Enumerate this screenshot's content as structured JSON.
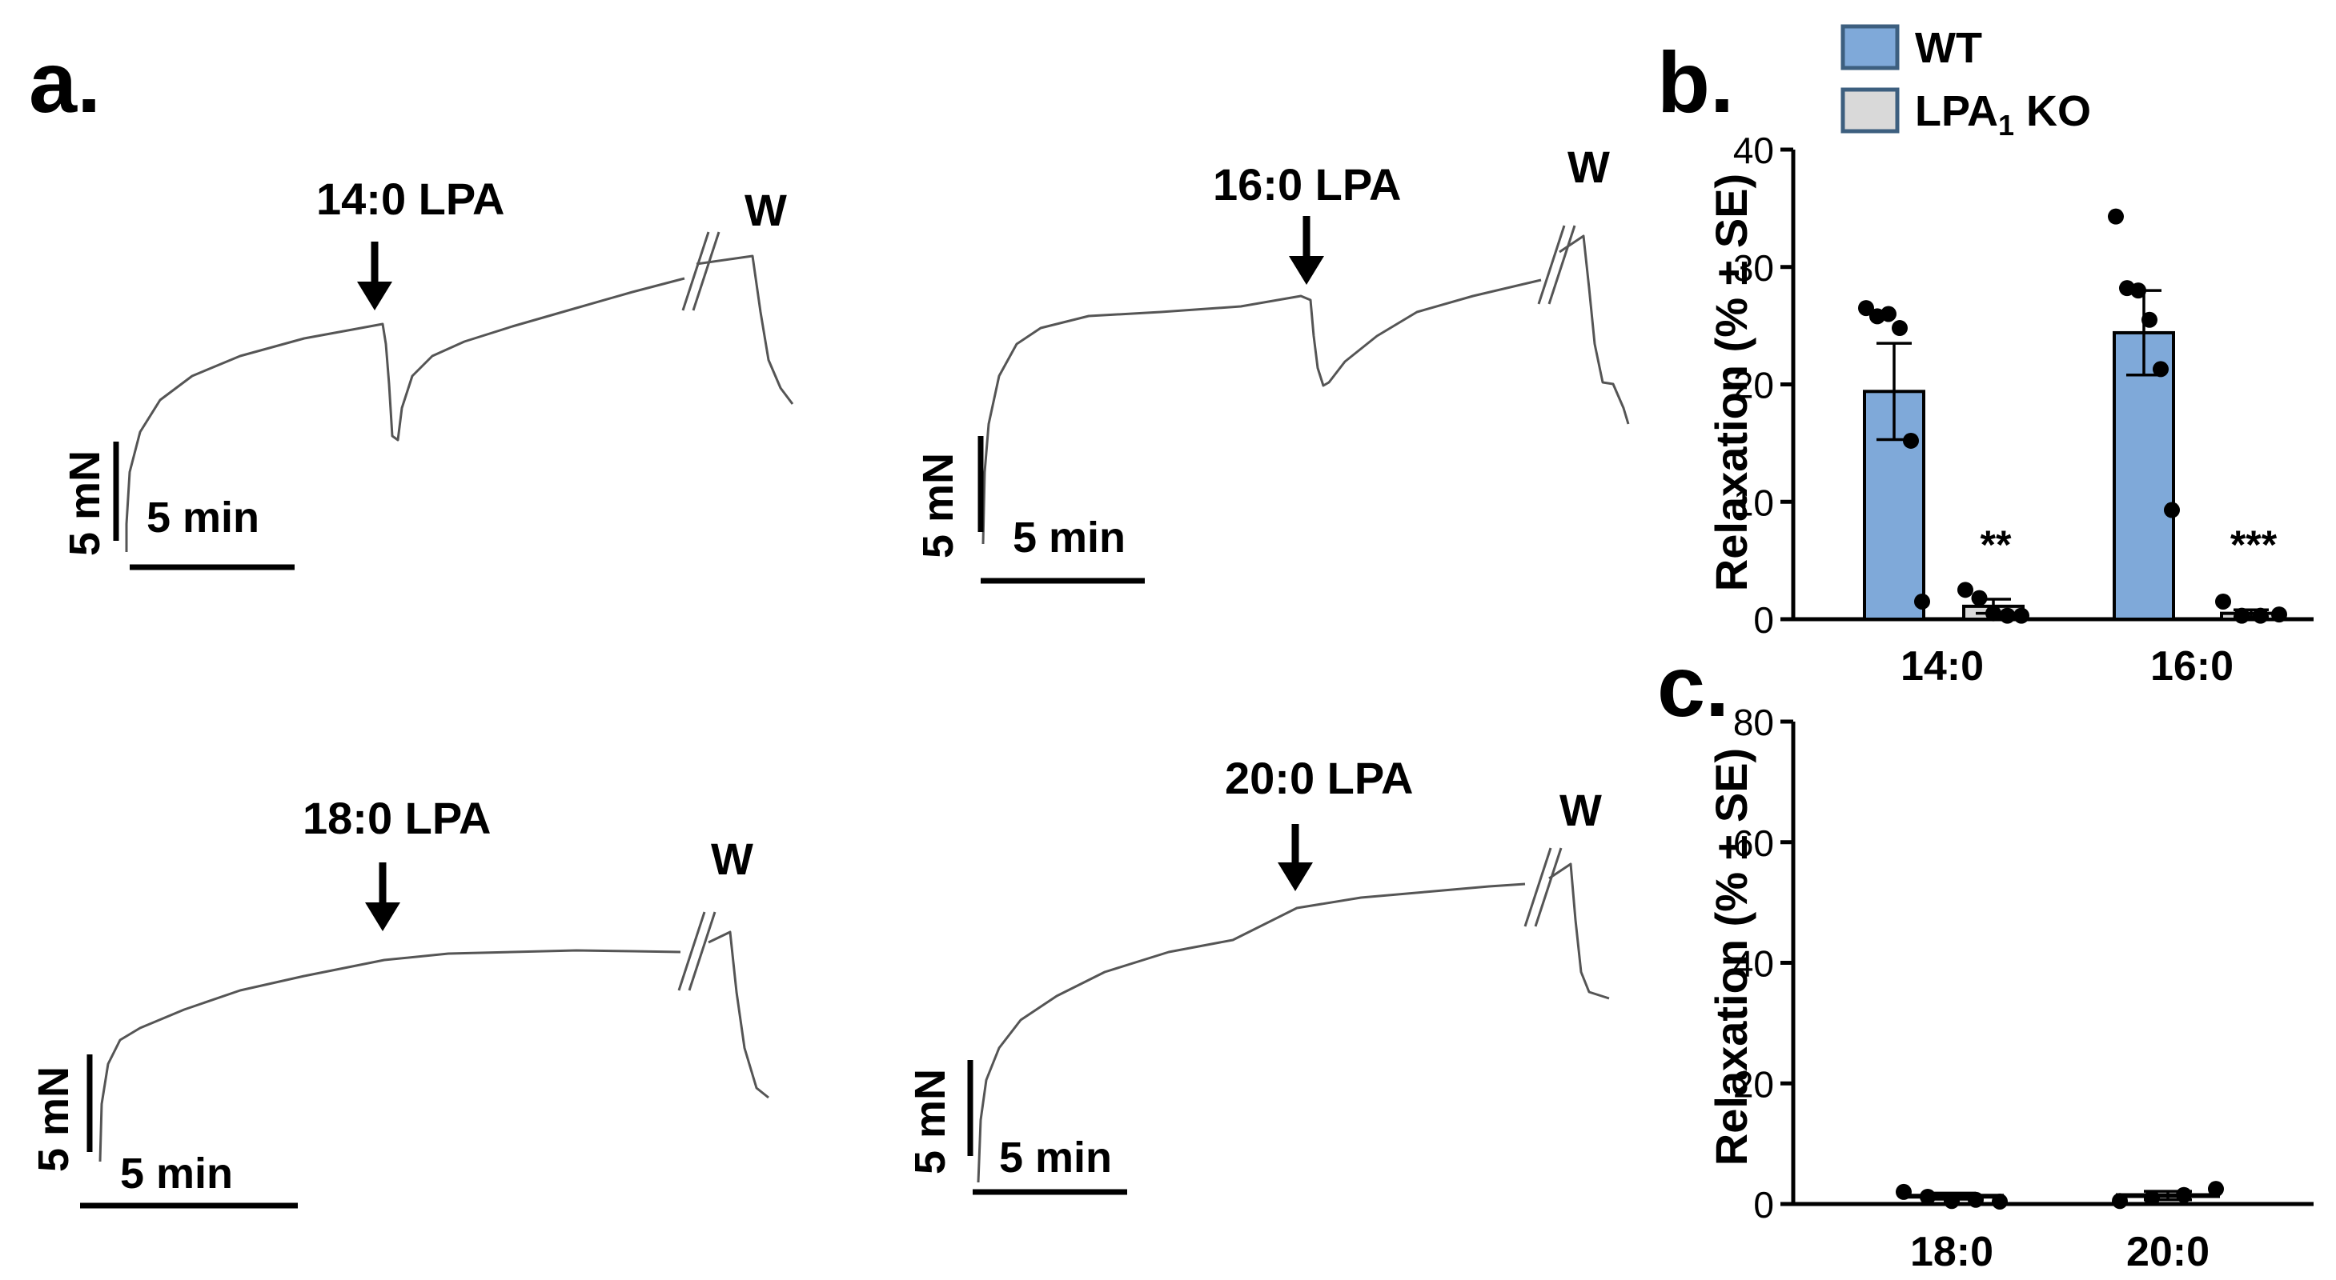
{
  "panel_labels": {
    "a": "a.",
    "b": "b.",
    "c": "c."
  },
  "colors": {
    "wt_fill": "#7fa9d9",
    "ko_fill": "#d9d9d9",
    "box_stroke": "#3d5f7f",
    "trace": "#555555",
    "ink": "#000000"
  },
  "traces": [
    {
      "id": "14",
      "label": "14:0 LPA",
      "washout": "W",
      "scale_y": "5 mN",
      "scale_x": "5 min"
    },
    {
      "id": "16",
      "label": "16:0 LPA",
      "washout": "W",
      "scale_y": "5 mN",
      "scale_x": "5 min"
    },
    {
      "id": "18",
      "label": "18:0 LPA",
      "washout": "W",
      "scale_y": "5 mN",
      "scale_x": "5 min"
    },
    {
      "id": "20",
      "label": "20:0 LPA",
      "washout": "W",
      "scale_y": "5 mN",
      "scale_x": "5 min"
    }
  ],
  "legend": {
    "wt": "WT",
    "ko_prefix": "LPA",
    "ko_sub": "1",
    "ko_suffix": " KO"
  },
  "chart_data": [
    {
      "panel": "b",
      "type": "bar",
      "categories": [
        "14:0",
        "16:0"
      ],
      "ylabel": "Relaxation (% ± SE)",
      "ylim": [
        0,
        40
      ],
      "yticks": [
        "0",
        "10",
        "20",
        "30",
        "40"
      ],
      "series": [
        {
          "name": "WT",
          "values": [
            19.4,
            24.4
          ],
          "se": [
            4.1,
            3.6
          ],
          "points": [
            [
              26.5,
              25.8,
              26.0,
              24.8,
              15.2,
              1.5
            ],
            [
              34.3,
              28.2,
              28.0,
              25.5,
              21.3,
              9.3
            ]
          ]
        },
        {
          "name": "LPA1 KO",
          "values": [
            1.1,
            0.5
          ],
          "se": [
            0.6,
            0.3
          ],
          "points": [
            [
              2.5,
              1.8,
              0.5,
              0.3,
              0.3
            ],
            [
              1.5,
              0.3,
              0.3,
              0.4
            ]
          ]
        }
      ],
      "annotations": [
        "**",
        "***"
      ]
    },
    {
      "panel": "c",
      "type": "bar",
      "categories": [
        "18:0",
        "20:0"
      ],
      "ylabel": "Relaxation (% ± SE)",
      "ylim": [
        0,
        80
      ],
      "yticks": [
        "0",
        "20",
        "40",
        "60",
        "80"
      ],
      "series": [
        {
          "name": "WT",
          "values": [
            1.3,
            1.4
          ],
          "se": [
            0.5,
            0.7
          ],
          "points": [
            [
              2.0,
              1.2,
              0.5,
              0.7,
              0.4
            ],
            [
              0.5,
              1.0,
              1.5,
              2.5
            ]
          ]
        }
      ]
    }
  ]
}
